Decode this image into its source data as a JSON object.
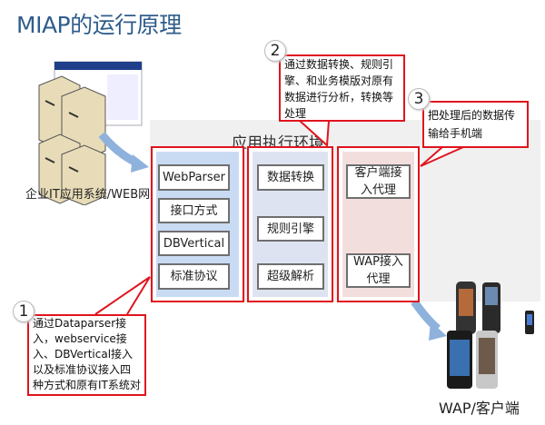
{
  "title": "MIAP的运行原理",
  "environment_label": "应用执行环境",
  "source_label": "企业IT应用系统/WEB网站",
  "target_label": "WAP/客户端",
  "columns": [
    {
      "items": [
        "WebParser",
        "接口方式",
        "DBVertical",
        "标准协议"
      ]
    },
    {
      "items": [
        "数据转换",
        "规则引擎",
        "超级解析"
      ]
    },
    {
      "items": [
        "客户端接入代理",
        "WAP接入代理"
      ]
    }
  ],
  "callouts": [
    {
      "number": "1",
      "text": "通过Dataparser接入，webservice接入、DBVertical接入以及标准协议接入四种方式和原有IT系统对接"
    },
    {
      "number": "2",
      "text": "通过数据转换、规则引擎、和业务模版对原有数据进行分析，转换等处理"
    },
    {
      "number": "3",
      "text": "把处理后的数据传输给手机端"
    }
  ],
  "colors": {
    "red": "#e0141e",
    "blue_col": "#c9dbf3",
    "lavender_col": "#dde3f1",
    "pink_col": "#f3dede",
    "title": "#2f5d8c",
    "arrow": "#8fb2dc"
  }
}
